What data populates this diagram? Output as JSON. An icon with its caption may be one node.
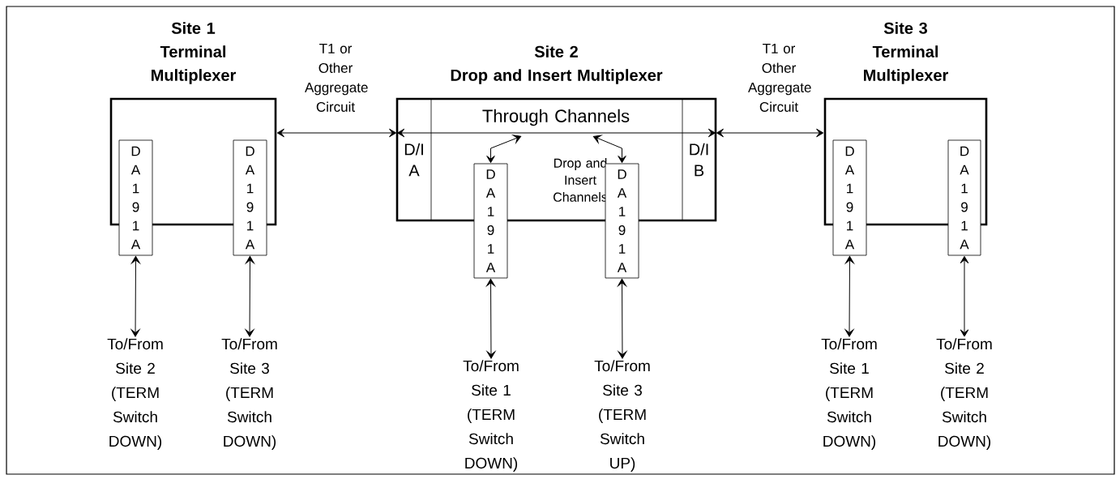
{
  "diagram": {
    "nodes": [
      {
        "text": [
          "Site 1",
          "Terminal Multiplexer"
        ]
      },
      {
        "text": [
          "D A 1 9 1 A"
        ]
      },
      {
        "text": [
          "D A 1 9 1 A"
        ]
      },
      {
        "text": [
          "Site 2",
          "Drop and Insert Multiplexer",
          "Through Channels",
          "Drop and Insert Channels"
        ]
      },
      {
        "text": [
          "D/I A"
        ],
        "in": 3
      },
      {
        "text": [
          "D/I B"
        ],
        "in": 3
      },
      {
        "text": [
          "D A 1 9 1 A"
        ]
      },
      {
        "text": [
          "D A 1 9 1 A"
        ]
      },
      {
        "text": [
          "Site 3",
          "Terminal Multiplexer"
        ]
      },
      {
        "text": [
          "D A 1 9 1 A"
        ]
      },
      {
        "text": [
          "D A 1 9 1 A"
        ]
      },
      {
        "text": [
          "To/From Site 2 (TERM Switch DOWN)"
        ]
      },
      {
        "text": [
          "To/From Site 3 (TERM Switch DOWN)"
        ]
      },
      {
        "text": [
          "To/From Site 1 (TERM Switch DOWN)"
        ]
      },
      {
        "text": [
          "To/From Site 3 (TERM Switch UP)"
        ]
      },
      {
        "text": [
          "To/From Site 1 (TERM Switch DOWN)"
        ]
      },
      {
        "text": [
          "To/From Site 2 (TERM Switch DOWN)"
        ]
      }
    ],
    "edges": [
      {
        "from": 0,
        "to": 4,
        "arrow": "both",
        "label": "T1 or Other Aggregate Circuit"
      },
      {
        "from": 4,
        "to": 5,
        "arrow": "both"
      },
      {
        "from": 3,
        "to": 6,
        "arrow": "both"
      },
      {
        "from": 3,
        "to": 7,
        "arrow": "both"
      },
      {
        "from": 5,
        "to": 8,
        "arrow": "both",
        "label": "T1 or Other Aggregate Circuit"
      },
      {
        "from": 1,
        "to": 11,
        "arrow": "both"
      },
      {
        "from": 2,
        "to": 12,
        "arrow": "both"
      },
      {
        "from": 6,
        "to": 13,
        "arrow": "both"
      },
      {
        "from": 7,
        "to": 14,
        "arrow": "both"
      },
      {
        "from": 9,
        "to": 15,
        "arrow": "both"
      },
      {
        "from": 10,
        "to": 16,
        "arrow": "both"
      }
    ]
  }
}
